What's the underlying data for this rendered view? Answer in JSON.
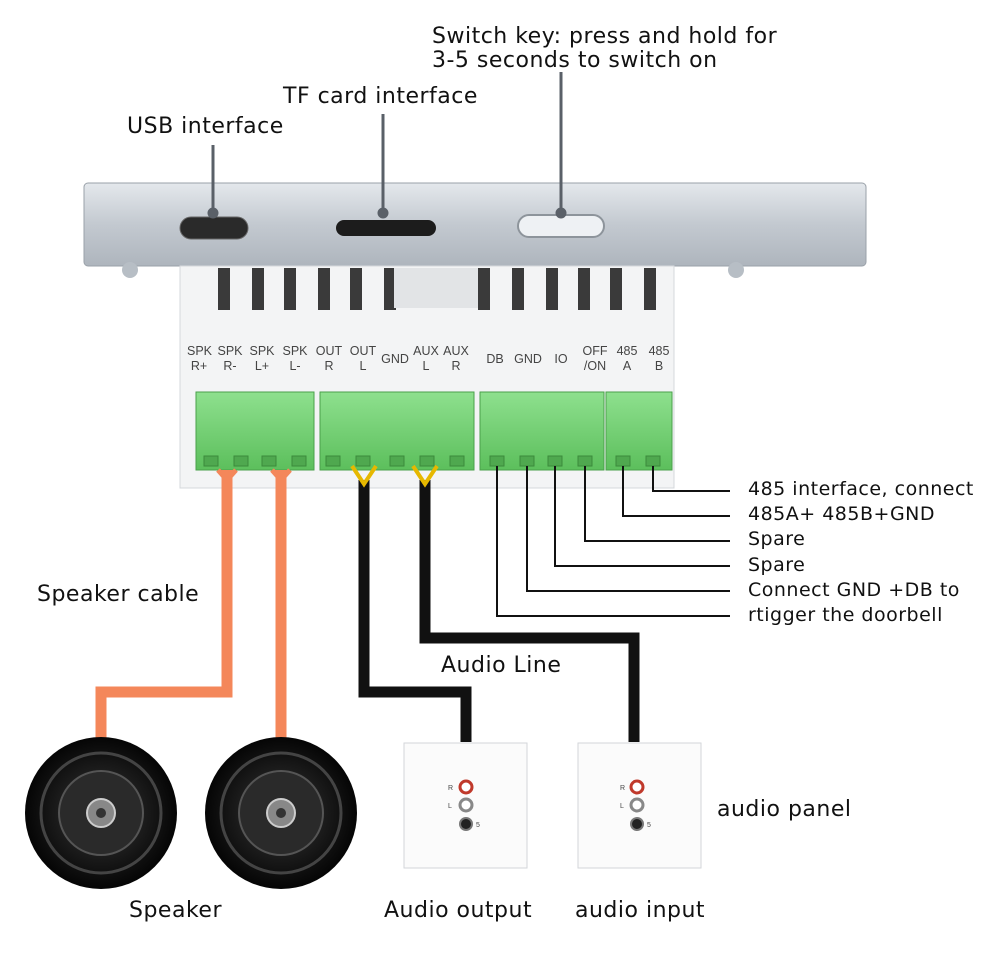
{
  "callouts": {
    "switch_key_line1": "Switch key: press and hold for",
    "switch_key_line2": "3-5 seconds to switch on",
    "tf_card": "TF card interface",
    "usb": "USB interface"
  },
  "terminals": [
    {
      "top": "SPK",
      "bottom": "R+"
    },
    {
      "top": "SPK",
      "bottom": "R-"
    },
    {
      "top": "SPK",
      "bottom": "L+"
    },
    {
      "top": "SPK",
      "bottom": "L-"
    },
    {
      "top": "OUT",
      "bottom": "R"
    },
    {
      "top": "OUT",
      "bottom": "L"
    },
    {
      "top": "GND",
      "bottom": ""
    },
    {
      "top": "AUX",
      "bottom": "L"
    },
    {
      "top": "AUX",
      "bottom": "R"
    },
    {
      "top": "DB",
      "bottom": ""
    },
    {
      "top": "GND",
      "bottom": ""
    },
    {
      "top": "IO",
      "bottom": ""
    },
    {
      "top": "OFF",
      "bottom": "/ON"
    },
    {
      "top": "485",
      "bottom": "A"
    },
    {
      "top": "485",
      "bottom": "B"
    }
  ],
  "right_notes": [
    "485 interface, connect",
    "485A+ 485B+GND",
    "Spare",
    "Spare",
    "Connect  GND +DB to",
    "rtigger the doorbell"
  ],
  "labels": {
    "speaker_cable": "Speaker cable",
    "audio_line": "Audio Line",
    "audio_panel": "audio panel",
    "speaker": "Speaker",
    "audio_output": "Audio output",
    "audio_input": "audio input"
  },
  "jack_letters": [
    "R",
    "L",
    "5"
  ],
  "colors": {
    "speaker_wire": "#f4875a",
    "audio_wire": "#111111",
    "terminal_block": "#7cd37c",
    "panel_housing": "#c9cfd6",
    "jack_red": "#c0392b"
  }
}
